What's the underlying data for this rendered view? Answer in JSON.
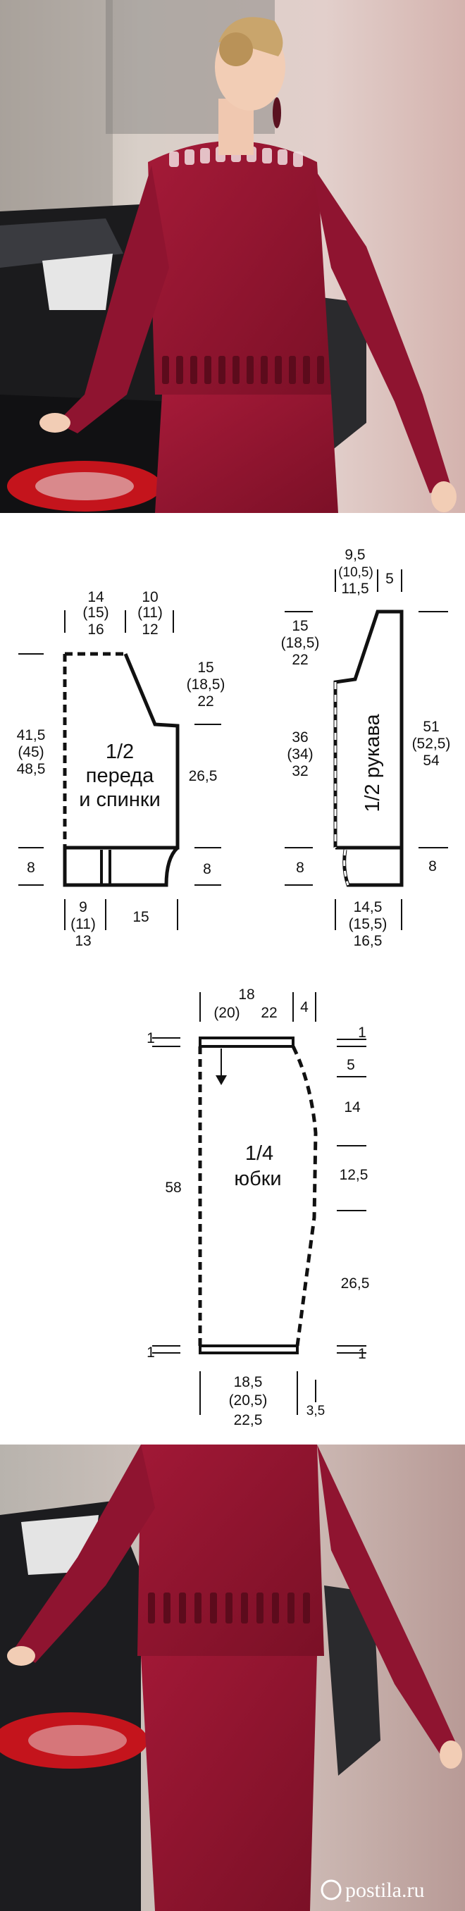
{
  "colors": {
    "garment": "#9a1632",
    "garment_dark": "#6e0d22",
    "ink": "#111111",
    "wall": "#d9c9c6",
    "car": "#1b1b1d",
    "taillight": "#c4141c"
  },
  "body_pattern": {
    "top_width": [
      "14",
      "(15)",
      "16"
    ],
    "neck_width": [
      "10",
      "(11)",
      "12"
    ],
    "armhole_depth": [
      "15",
      "(18,5)",
      "22"
    ],
    "total_height": [
      "41,5",
      "(45)",
      "48,5"
    ],
    "side_height": "26,5",
    "rib_left": "8",
    "rib_right": "8",
    "bottom_left": [
      "9",
      "(11)",
      "13"
    ],
    "bottom_right": "15",
    "title": [
      "1/2",
      "переда",
      "и спинки"
    ]
  },
  "sleeve_pattern": {
    "top_width": [
      "9,5",
      "(10,5)",
      "11,5"
    ],
    "top_right": "5",
    "cap_height": [
      "15",
      "(18,5)",
      "22"
    ],
    "lower_height": [
      "36",
      "(34)",
      "32"
    ],
    "total_height": [
      "51",
      "(52,5)",
      "54"
    ],
    "cuff_left": "8",
    "cuff_right": "8",
    "bottom_width": [
      "14,5",
      "(15,5)",
      "16,5"
    ],
    "title": "1/2 рукава"
  },
  "skirt_pattern": {
    "top_width": [
      "18",
      "(20)",
      "22"
    ],
    "top_right": "4",
    "waist_left": "1",
    "waist_right": "1",
    "right_5": "5",
    "right_14": "14",
    "right_12_5": "12,5",
    "right_26_5": "26,5",
    "left_height": "58",
    "hem_left": "1",
    "hem_right": "1",
    "bottom_width": [
      "18,5",
      "(20,5)",
      "22,5"
    ],
    "bottom_right": "3,5",
    "title": [
      "1/4",
      "юбки"
    ]
  },
  "watermark": "postila.ru"
}
